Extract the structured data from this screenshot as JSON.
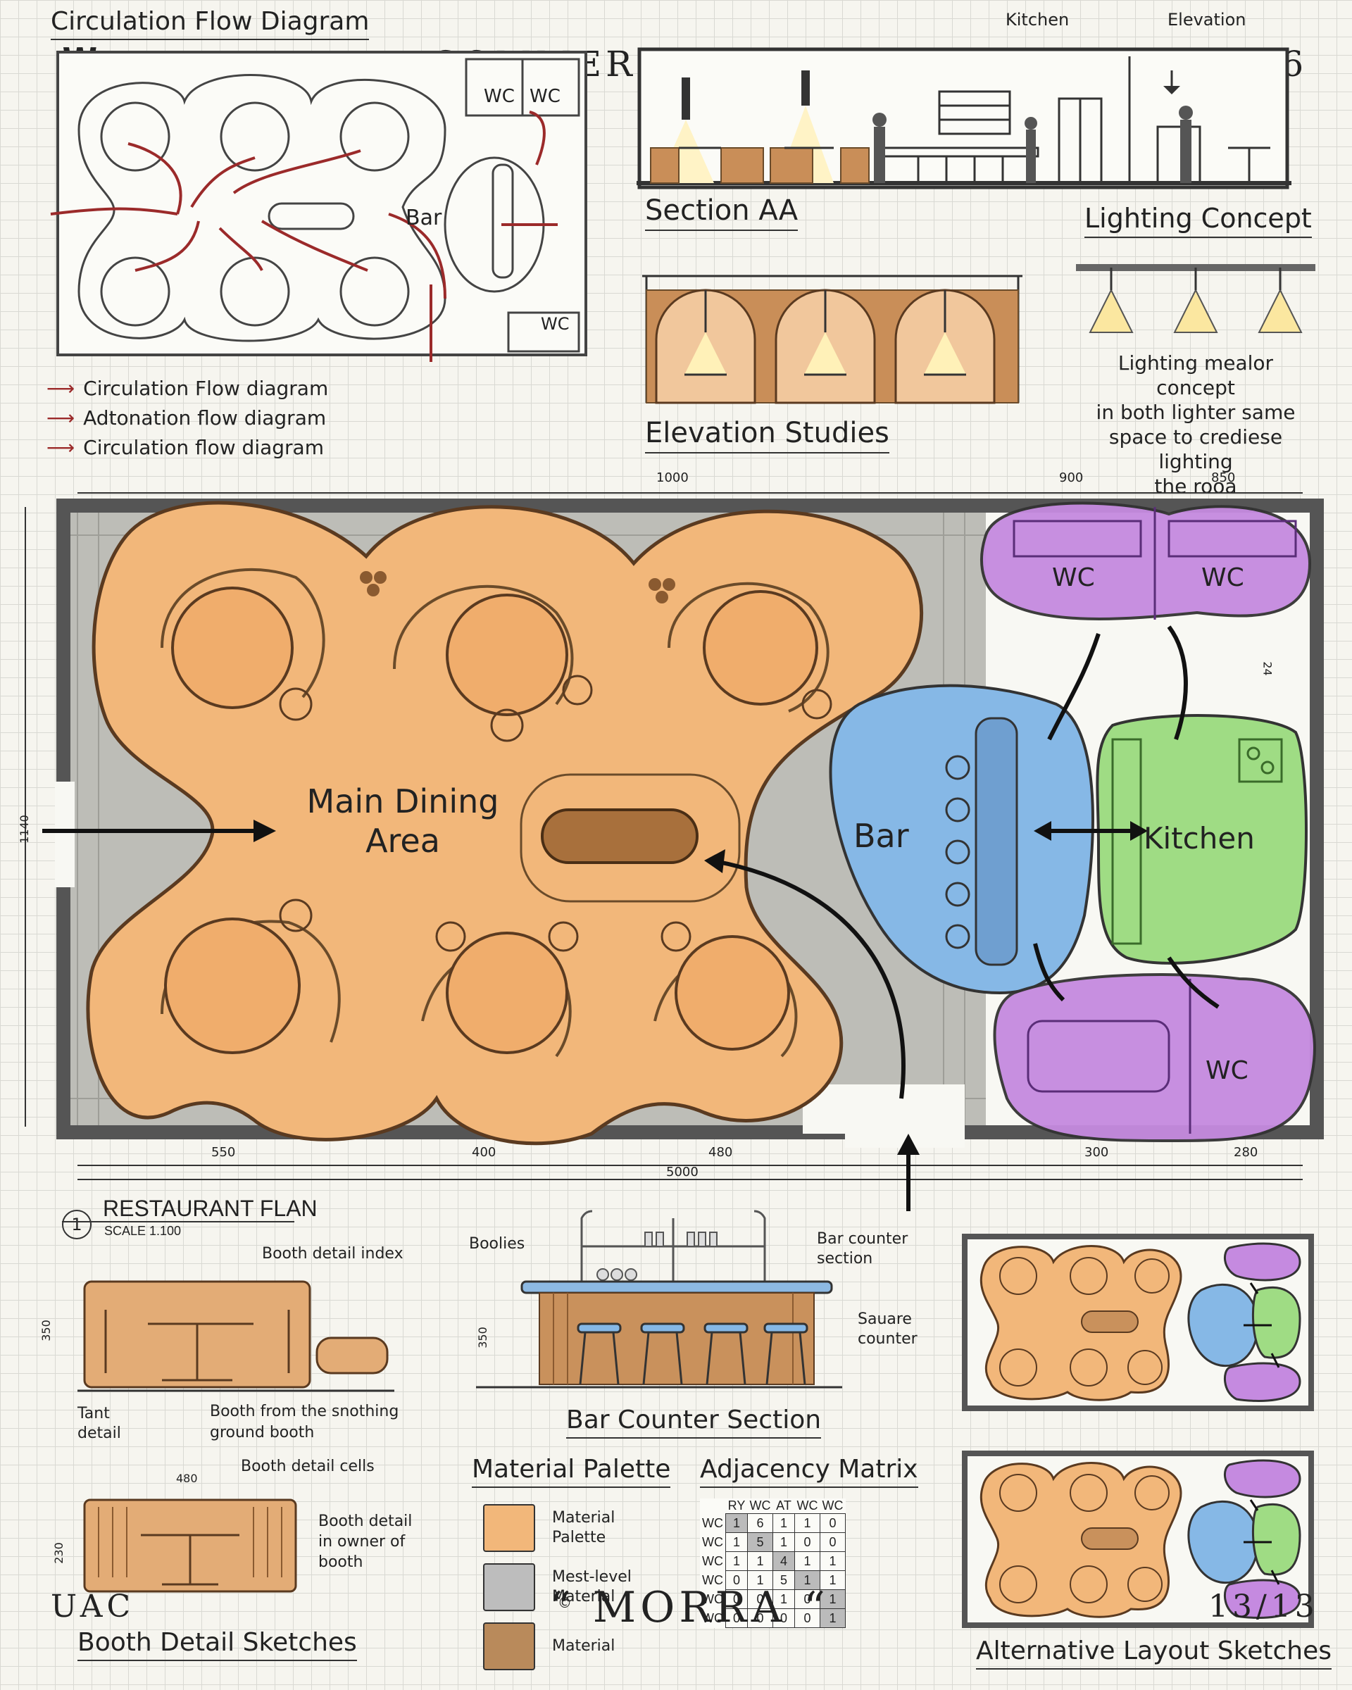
{
  "header": {
    "logo": "W",
    "project": "COMMERCIAL PROJECT",
    "year": "2026",
    "footer_left": "UAC",
    "footer_center": "“ MORRA “",
    "copyright": "©",
    "page": "13/13"
  },
  "flow_diagram": {
    "title": "Circulation Flow Diagram",
    "wc1": "WC",
    "wc2": "WC",
    "wc3": "WC",
    "bar": "Bar",
    "legend": [
      "Circulation Flow diagram",
      "Adtonation flow diagram",
      "Circulation flow diagram"
    ]
  },
  "section": {
    "title": "Section AA",
    "kitchen": "Kitchen",
    "elevation": "Elevation"
  },
  "lighting": {
    "title": "Lighting Concept",
    "text": [
      "Lighting mealor concept",
      "in both lighter same",
      "space to crediese lighting",
      "the rooa"
    ]
  },
  "elevation_studies": {
    "title": "Elevation Studies"
  },
  "plan": {
    "main_dining": [
      "Main Dining",
      "Area"
    ],
    "bar": "Bar",
    "kitchen": "Kitchen",
    "wc_top_left": "WC",
    "wc_top_right": "WC",
    "wc_bottom": "WC",
    "dim_top": [
      "1000",
      "900",
      "850"
    ],
    "dim_bottom": [
      "550",
      "400",
      "480",
      "300",
      "280"
    ],
    "dim_total": "5000",
    "dim_left": "1140",
    "dim_right": "24",
    "label": "RESTAURANT FLAN",
    "scale": "SCALE 1.100",
    "number": "1",
    "colors": {
      "dining": "#f2b77a",
      "bar": "#86b8e6",
      "kitchen": "#9fdc84",
      "wc": "#c58ae0"
    }
  },
  "booth": {
    "title": "Booth Detail Sketches",
    "index": "Booth detail index",
    "tant": [
      "Tant",
      "detail"
    ],
    "from": [
      "Booth from the snothing",
      "ground booth"
    ],
    "cells": "Booth detail cells",
    "owner": [
      "Booth detail",
      "in owner of",
      "booth"
    ],
    "dim_350": "350",
    "dim_480": "480",
    "dim_230": "230"
  },
  "bar_section": {
    "title": "Bar Counter Section",
    "boolies": "Boolies",
    "counter_section": [
      "Bar counter",
      "section"
    ],
    "square": [
      "Sauare",
      "counter"
    ],
    "dim": "350"
  },
  "palette": {
    "title": "Material Palette",
    "items": [
      {
        "label": [
          "Material",
          "Palette"
        ],
        "color": "#f2b77a"
      },
      {
        "label": [
          "Mest-level",
          "Material"
        ],
        "color": "#bdbdbd"
      },
      {
        "label": [
          "Material"
        ],
        "color": "#b98a5b"
      }
    ]
  },
  "adjacency": {
    "title": "Adjacency Matrix",
    "cols": [
      "RY",
      "WC",
      "AT",
      "WC",
      "WC"
    ],
    "rows": [
      {
        "label": "WC",
        "cells": [
          "1",
          "6",
          "1",
          "1",
          "0"
        ]
      },
      {
        "label": "WC",
        "cells": [
          "1",
          "5",
          "1",
          "0",
          "0"
        ]
      },
      {
        "label": "WC",
        "cells": [
          "1",
          "1",
          "4",
          "1",
          "1"
        ]
      },
      {
        "label": "WC",
        "cells": [
          "0",
          "1",
          "5",
          "1",
          "1"
        ]
      },
      {
        "label": "WC",
        "cells": [
          "0",
          "0",
          "1",
          "0",
          "1"
        ]
      },
      {
        "label": "WC",
        "cells": [
          "0",
          "0",
          "0",
          "0",
          "1"
        ]
      }
    ]
  },
  "alternatives": {
    "title": "Alternative Layout Sketches"
  }
}
